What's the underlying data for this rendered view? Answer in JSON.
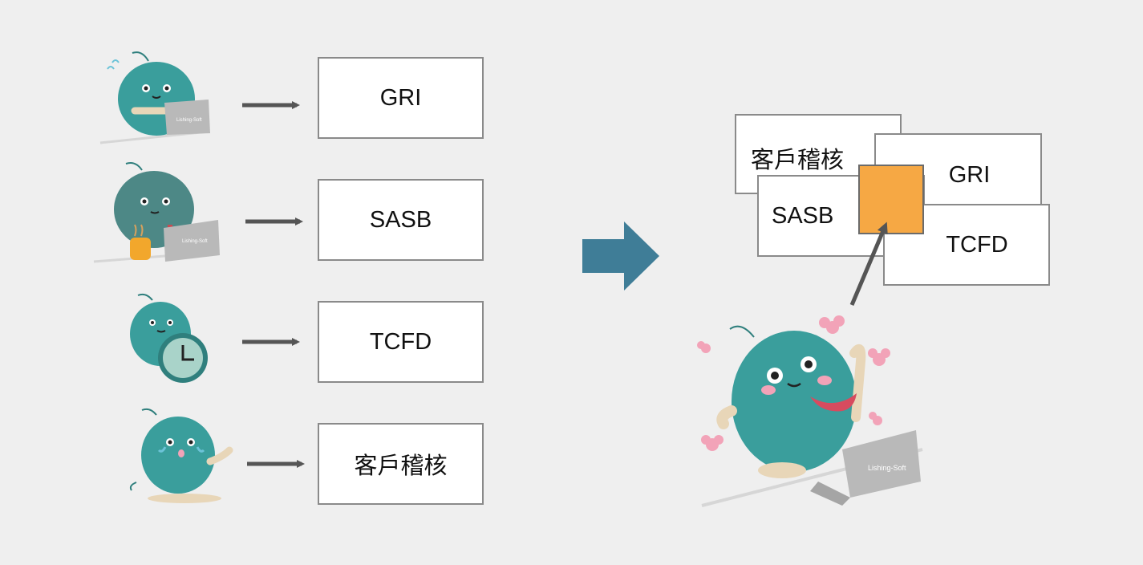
{
  "left_boxes": [
    {
      "label": "GRI"
    },
    {
      "label": "SASB"
    },
    {
      "label": "TCFD"
    },
    {
      "label": "客戶稽核"
    }
  ],
  "right_cards": {
    "customer_audit": "客戶稽核",
    "gri": "GRI",
    "sasb": "SASB",
    "tcfd": "TCFD"
  },
  "laptop_brand": "Lishing-Soft",
  "colors": {
    "background": "#efefef",
    "mascot": "#3a9e9c",
    "transition_arrow": "#3f7d97",
    "center_square": "#f6a844",
    "arrow_gray": "#555555",
    "flower_pink": "#f2a3b8"
  }
}
